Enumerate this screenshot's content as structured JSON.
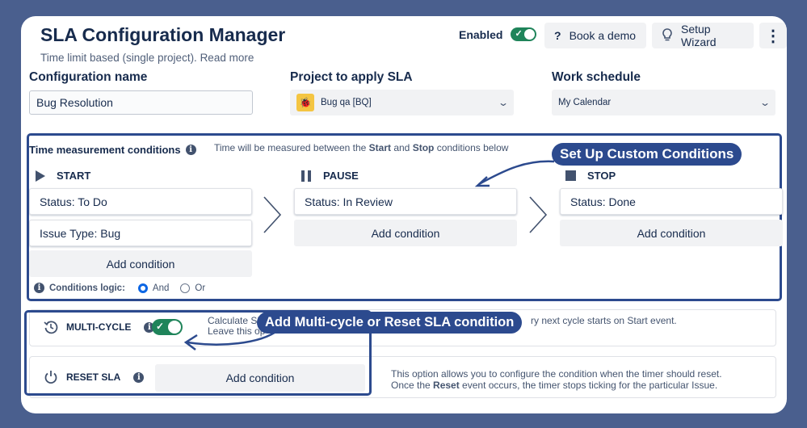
{
  "header": {
    "title": "SLA Configuration Manager",
    "subtitle": "Time limit based (single project). Read more",
    "enabled_label": "Enabled",
    "book_demo": "Book a demo",
    "setup_wizard": "Setup Wizard"
  },
  "config": {
    "name_label": "Configuration name",
    "name_value": "Bug Resolution",
    "project_label": "Project to apply SLA",
    "project_value": "Bug qa [BQ]",
    "schedule_label": "Work schedule",
    "schedule_value": "My Calendar"
  },
  "conditions": {
    "title": "Time measurement conditions",
    "hint_prefix": "Time will be measured between the ",
    "hint_start": "Start",
    "hint_and": " and ",
    "hint_stop": "Stop",
    "hint_suffix": " conditions below",
    "start_label": "START",
    "pause_label": "PAUSE",
    "stop_label": "STOP",
    "start_items": [
      "Status: To Do",
      "Issue Type: Bug"
    ],
    "pause_items": [
      "Status: In Review"
    ],
    "stop_items": [
      "Status: Done"
    ],
    "add_condition": "Add condition",
    "logic_label": "Conditions logic:",
    "logic_and": "And",
    "logic_or": "Or"
  },
  "multicycle": {
    "label": "MULTI-CYCLE",
    "desc_line1_left": "Calculate SL",
    "desc_line1_right": "ry next cycle starts on Start event.",
    "desc_line2_left": "Leave this op"
  },
  "reset": {
    "label": "RESET SLA",
    "add_condition": "Add condition",
    "desc_line1": "This option allows you to configure the condition when the timer should reset.",
    "desc_line2_prefix": "Once the ",
    "desc_line2_bold": "Reset",
    "desc_line2_suffix": " event occurs, the timer stops ticking for the particular Issue."
  },
  "callouts": {
    "custom": "Set Up Custom Conditions",
    "multicycle": "Add Multi-cycle or Reset SLA condition"
  },
  "colors": {
    "background": "#4a5f8e",
    "accent": "#2c4a8e",
    "toggle": "#1f845a"
  }
}
